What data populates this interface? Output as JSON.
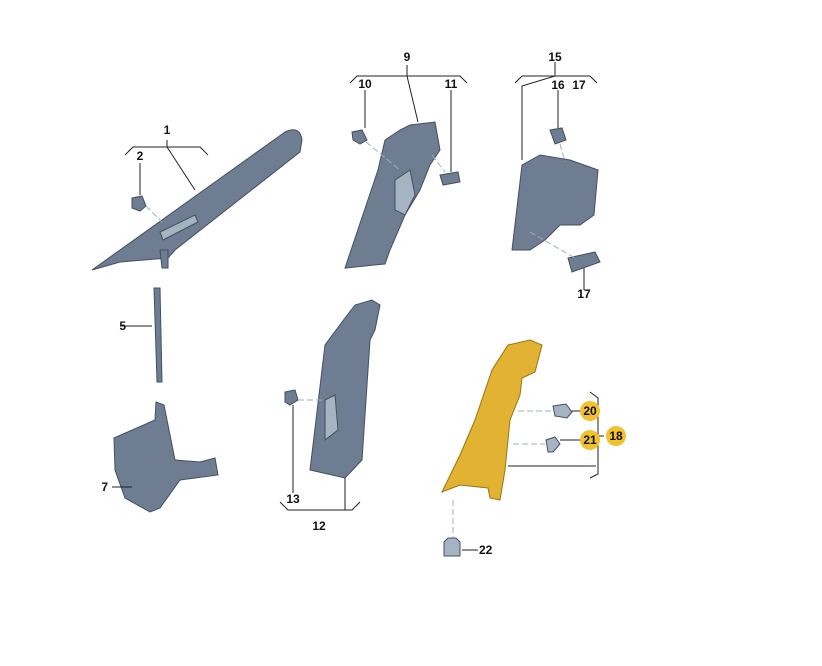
{
  "title": "Pillar trim parts diagram",
  "colors": {
    "part": "#6e7d91",
    "highlight_part": "#e2b232",
    "highlight_badge": "#f2c12e"
  },
  "labels": {
    "l1": "1",
    "l2": "2",
    "l5": "5",
    "l7": "7",
    "l9": "9",
    "l10": "10",
    "l11": "11",
    "l12": "12",
    "l13": "13",
    "l15": "15",
    "l16": "16",
    "l17a": "17",
    "l17b": "17",
    "l18": "18",
    "l20": "20",
    "l21": "21",
    "l22": "22"
  },
  "highlighted": [
    "18",
    "20",
    "21"
  ]
}
